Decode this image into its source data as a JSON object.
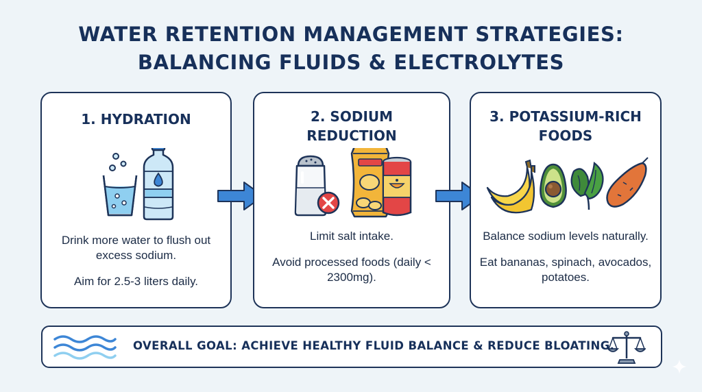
{
  "title": {
    "line1": "WATER RETENTION MANAGEMENT STRATEGIES:",
    "line2": "BALANCING FLUIDS & ELECTROLYTES"
  },
  "cards": [
    {
      "title_lines": [
        "1. HYDRATION"
      ],
      "icons": [
        "water-glass-icon",
        "water-bottle-icon"
      ],
      "paragraphs": [
        "Drink more water to flush out excess sodium.",
        "Aim for 2.5-3 liters daily."
      ]
    },
    {
      "title_lines": [
        "2. SODIUM",
        "REDUCTION"
      ],
      "icons": [
        "salt-shaker-icon",
        "no-icon",
        "chips-bag-icon",
        "canned-food-icon"
      ],
      "paragraphs": [
        "Limit salt intake.",
        "Avoid processed foods (daily < 2300mg)."
      ]
    },
    {
      "title_lines": [
        "3. POTASSIUM-RICH",
        "FOODS"
      ],
      "icons": [
        "banana-icon",
        "avocado-icon",
        "spinach-icon",
        "sweet-potato-icon"
      ],
      "paragraphs": [
        "Balance sodium levels naturally.",
        "Eat bananas, spinach, avocados, potatoes."
      ]
    }
  ],
  "goal": {
    "text": "OVERALL GOAL: ACHIEVE HEALTHY FLUID BALANCE & REDUCE BLOATING.",
    "icons": [
      "waves-icon",
      "balance-scale-icon"
    ]
  },
  "colors": {
    "navy": "#17305a",
    "arrow_blue": "#3d86d6",
    "water_blue": "#8fcff0",
    "background": "#eef4f8"
  }
}
